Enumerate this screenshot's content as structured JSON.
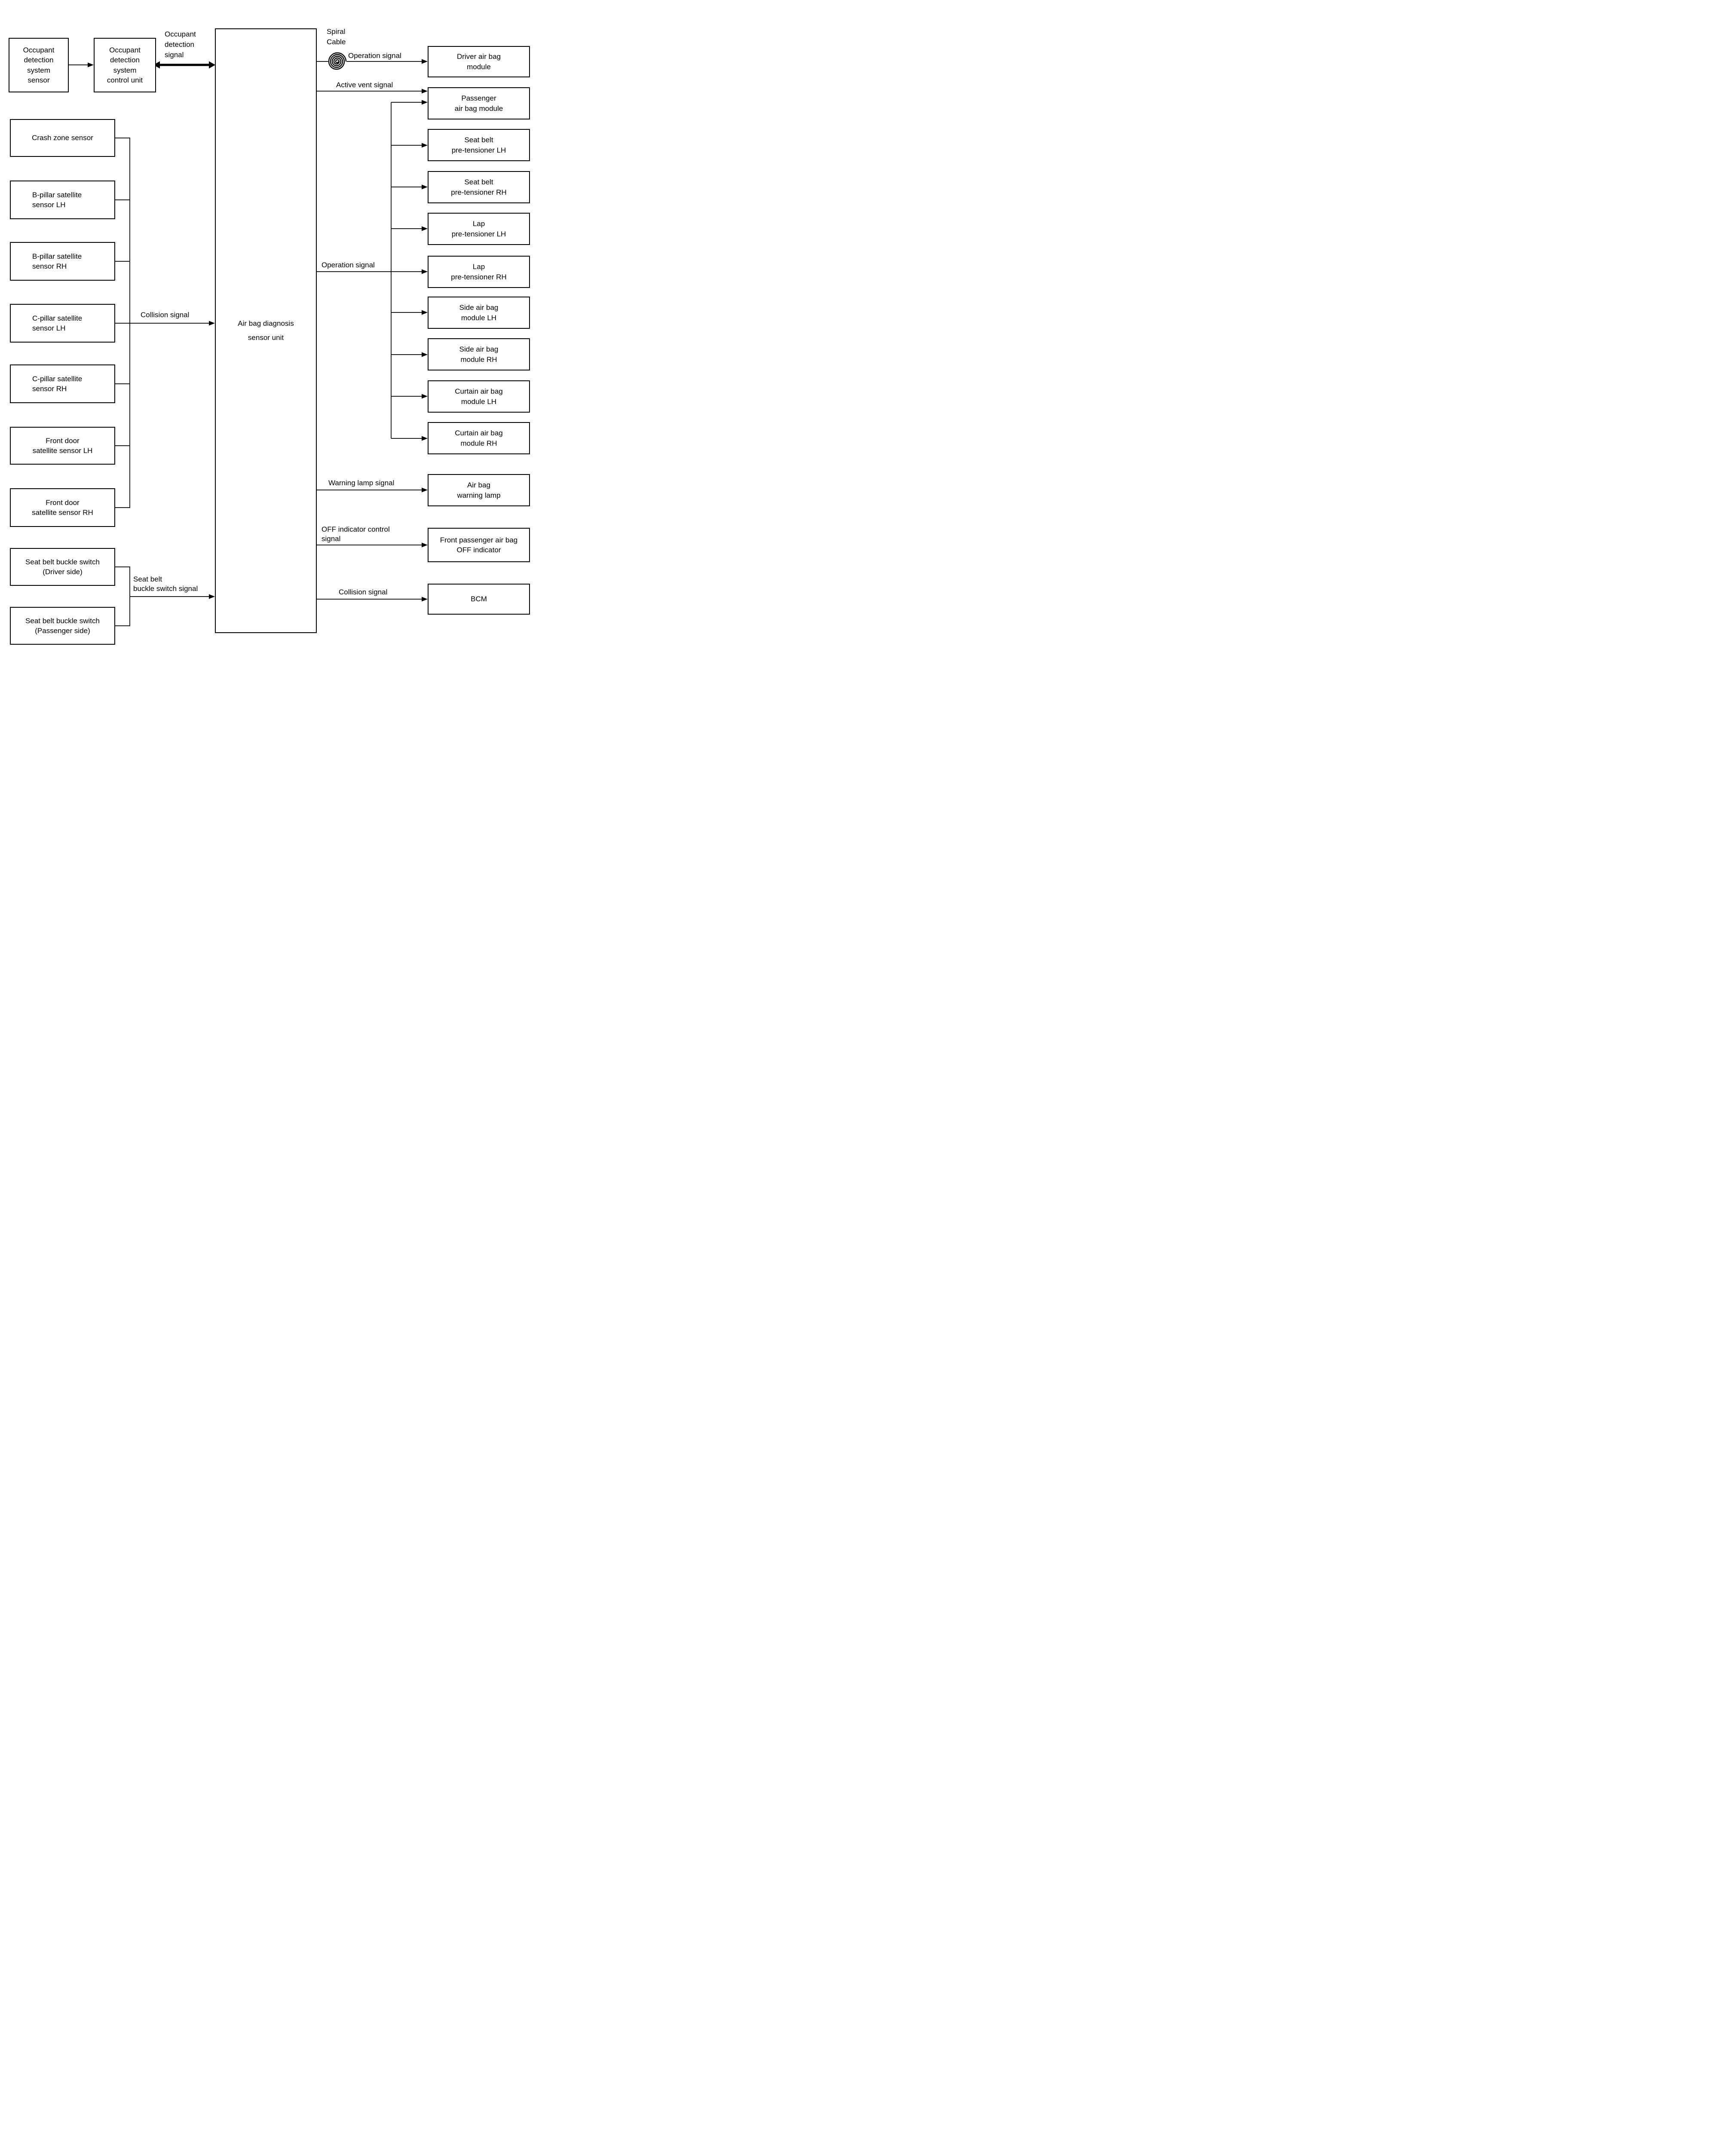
{
  "colors": {
    "ink": "#000000",
    "paper": "#ffffff"
  },
  "nodes": {
    "occupant_sensor": {
      "label": "Occupant\ndetection\nsystem\nsensor"
    },
    "occupant_control": {
      "label": "Occupant\ndetection\nsystem\ncontrol unit"
    },
    "main_unit": {
      "label": "Air bag diagnosis\nsensor unit"
    },
    "crash_zone": {
      "label": "Crash zone sensor"
    },
    "b_pillar_lh": {
      "label": "B-pillar satellite\nsensor LH"
    },
    "b_pillar_rh": {
      "label": "B-pillar satellite\nsensor RH"
    },
    "c_pillar_lh": {
      "label": "C-pillar satellite\nsensor LH"
    },
    "c_pillar_rh": {
      "label": "C-pillar satellite\nsensor RH"
    },
    "front_door_lh": {
      "label": "Front door\nsatellite sensor LH"
    },
    "front_door_rh": {
      "label": "Front door\nsatellite sensor RH"
    },
    "seat_buckle_driver": {
      "label": "Seat belt buckle switch\n(Driver side)"
    },
    "seat_buckle_passenger": {
      "label": "Seat belt buckle switch\n(Passenger side)"
    },
    "driver_airbag": {
      "label": "Driver air bag\nmodule"
    },
    "passenger_airbag": {
      "label": "Passenger\nair bag module"
    },
    "seatbelt_pret_lh": {
      "label": "Seat belt\npre-tensioner LH"
    },
    "seatbelt_pret_rh": {
      "label": "Seat belt\npre-tensioner RH"
    },
    "lap_pret_lh": {
      "label": "Lap\npre-tensioner LH"
    },
    "lap_pret_rh": {
      "label": "Lap\npre-tensioner RH"
    },
    "side_airbag_lh": {
      "label": "Side air bag\nmodule LH"
    },
    "side_airbag_rh": {
      "label": "Side air bag\nmodule RH"
    },
    "curtain_airbag_lh": {
      "label": "Curtain air bag\nmodule LH"
    },
    "curtain_airbag_rh": {
      "label": "Curtain air bag\nmodule RH"
    },
    "warning_lamp": {
      "label": "Air bag\nwarning lamp"
    },
    "off_indicator": {
      "label": "Front passenger air bag\nOFF indicator"
    },
    "bcm": {
      "label": "BCM"
    }
  },
  "signals": {
    "occupant_detection": {
      "label": "Occupant\ndetection\nsignal"
    },
    "spiral_cable": {
      "label": "Spiral\nCable"
    },
    "operation_driver": {
      "label": "Operation signal"
    },
    "active_vent": {
      "label": "Active vent signal"
    },
    "operation_bus": {
      "label": "Operation signal"
    },
    "collision_in": {
      "label": "Collision signal"
    },
    "seat_belt_buckle": {
      "label": "Seat belt\nbuckle switch signal"
    },
    "warning_lamp": {
      "label": "Warning lamp signal"
    },
    "off_indicator": {
      "label": "OFF indicator control\nsignal"
    },
    "collision_bcm": {
      "label": "Collision signal"
    }
  }
}
